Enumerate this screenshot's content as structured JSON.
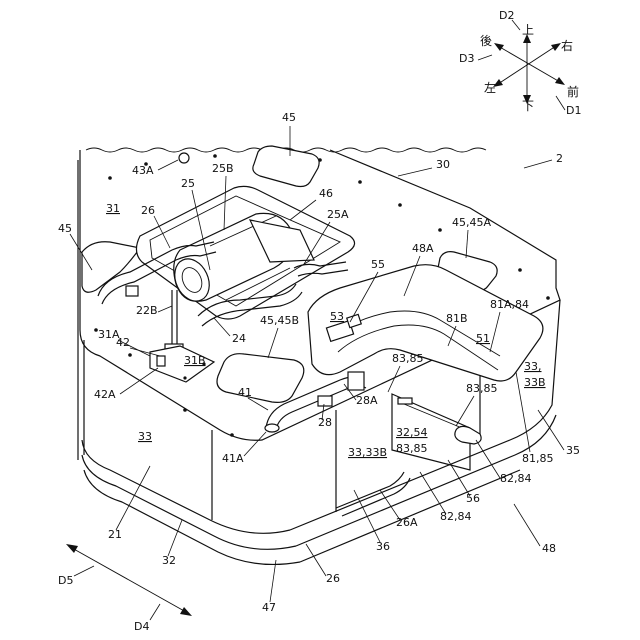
{
  "figure_labels": {
    "n2": "2",
    "n30": "30",
    "n45_top": "45",
    "n43A": "43A",
    "n25B": "25B",
    "n25": "25",
    "n46": "46",
    "n26_top": "26",
    "n31": "31",
    "n45_left": "45",
    "n25A": "25A",
    "n45_45A": "45,45A",
    "n48A": "48A",
    "n55": "55",
    "n53": "53",
    "n81A_84": "81A,84",
    "n81B": "81B",
    "n51": "51",
    "n22B": "22B",
    "n24": "24",
    "n45_45B": "45,45B",
    "n42": "42",
    "n31A": "31A",
    "n31B": "31B",
    "n42A": "42A",
    "n83_85_a": "83,85",
    "n83_85_b": "83,85",
    "n33_33B_right_a": "33,",
    "n33_33B_right_b": "33B",
    "n41": "41",
    "n28A": "28A",
    "n28": "28",
    "n33_front": "33",
    "n32_54": "32,54",
    "n83_85_c": "83,85",
    "n41A": "41A",
    "n33_33B_mid": "33,33B",
    "n35": "35",
    "n81_85": "81,85",
    "n82_84_a": "82,84",
    "n56": "56",
    "n21": "21",
    "n32": "32",
    "n26A": "26A",
    "n82_84_b": "82,84",
    "n36": "36",
    "n48": "48",
    "n26_bottom": "26",
    "n47": "47",
    "d5": "D5",
    "d4": "D4"
  },
  "direction_compass": {
    "d1": "D1",
    "d2": "D2",
    "d3": "D3",
    "up": "上",
    "down": "下",
    "left": "左",
    "right": "右",
    "front": "前",
    "back": "後"
  }
}
